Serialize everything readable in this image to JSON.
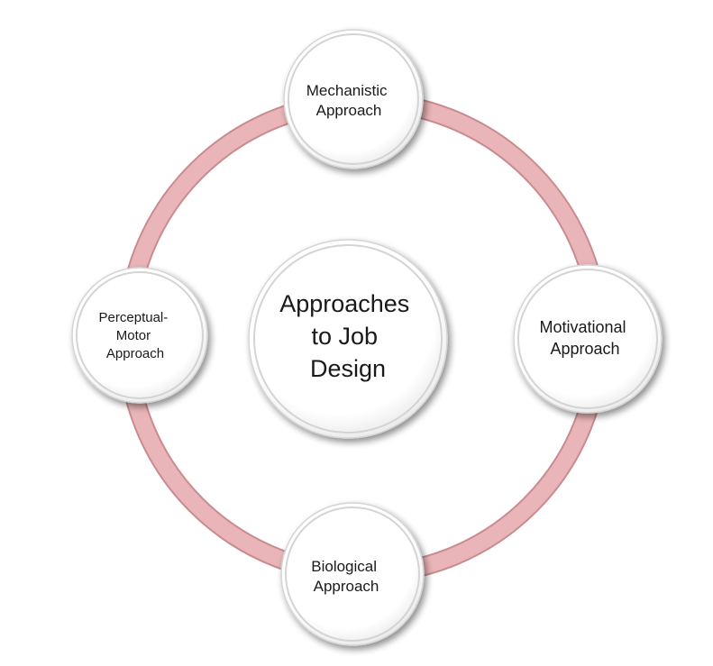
{
  "diagram": {
    "center": {
      "lines": [
        "Approaches",
        "to Job",
        "Design"
      ]
    },
    "nodes": [
      {
        "key": "mechanistic",
        "lines": [
          "Mechanistic",
          "Approach"
        ]
      },
      {
        "key": "motivational",
        "lines": [
          "Motivational",
          "Approach"
        ]
      },
      {
        "key": "biological",
        "lines": [
          "Biological",
          "Approach"
        ]
      },
      {
        "key": "perceptual",
        "lines": [
          "Perceptual-",
          "Motor",
          "Approach"
        ]
      }
    ],
    "colors": {
      "ring": "#e9b5b8",
      "ring_edge": "#c98b90",
      "circle_fill": "#ffffff",
      "circle_edge": "#d4d4d4",
      "text": "#1a1a1a"
    }
  }
}
